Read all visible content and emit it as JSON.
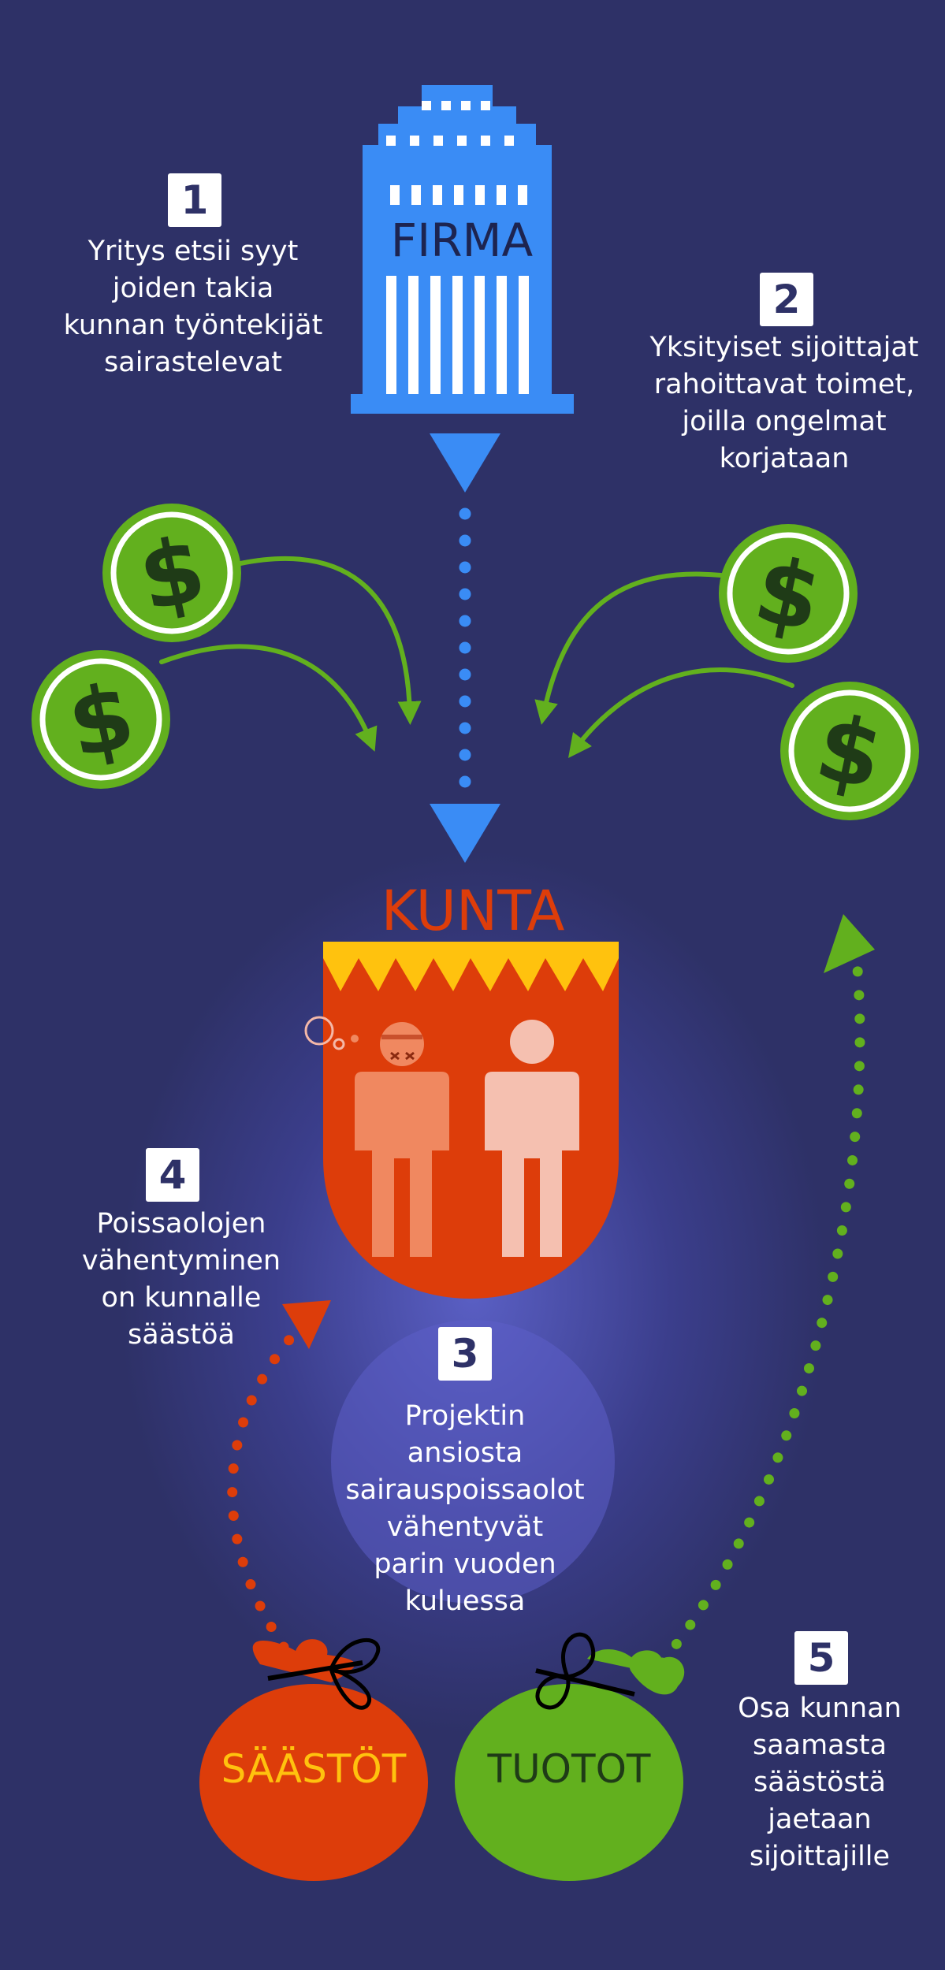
{
  "building": {
    "label": "FIRMA"
  },
  "municipality": {
    "label": "KUNTA"
  },
  "steps": [
    {
      "number": "1",
      "text": "Yritys etsii syyt\njoiden takia\nkunnan työntekijät\nsairastelevat"
    },
    {
      "number": "2",
      "text": "Yksityiset sijoittajat\nrahoittavat toimet,\njoilla ongelmat\nkorjataan"
    },
    {
      "number": "3",
      "text": "Projektin\nansiosta\nsairauspoissaolot\nvähentyvät\nparin vuoden\nkuluessa"
    },
    {
      "number": "4",
      "text": "Poissaolojen\nvähentyminen\non kunnalle\nsäästöä"
    },
    {
      "number": "5",
      "text": "Osa kunnan\nsaamasta\nsäästöstä\njaetaan\nsijoittajille"
    }
  ],
  "bags": {
    "savings": {
      "label": "SÄÄSTÖT",
      "color": "#dd3d0a",
      "text_color": "#ffc20e"
    },
    "returns": {
      "label": "TUOTOT",
      "color": "#62b01e",
      "text_color": "#1f3b17"
    }
  },
  "icons": {
    "coin": "dollar-coin-icon",
    "building": "office-building-icon",
    "shield": "municipality-shield-icon"
  },
  "colors": {
    "background": "#2e3167",
    "blue": "#3a8cf5",
    "green": "#62b01e",
    "red": "#dd3d0a",
    "yellow": "#ffc20e"
  }
}
